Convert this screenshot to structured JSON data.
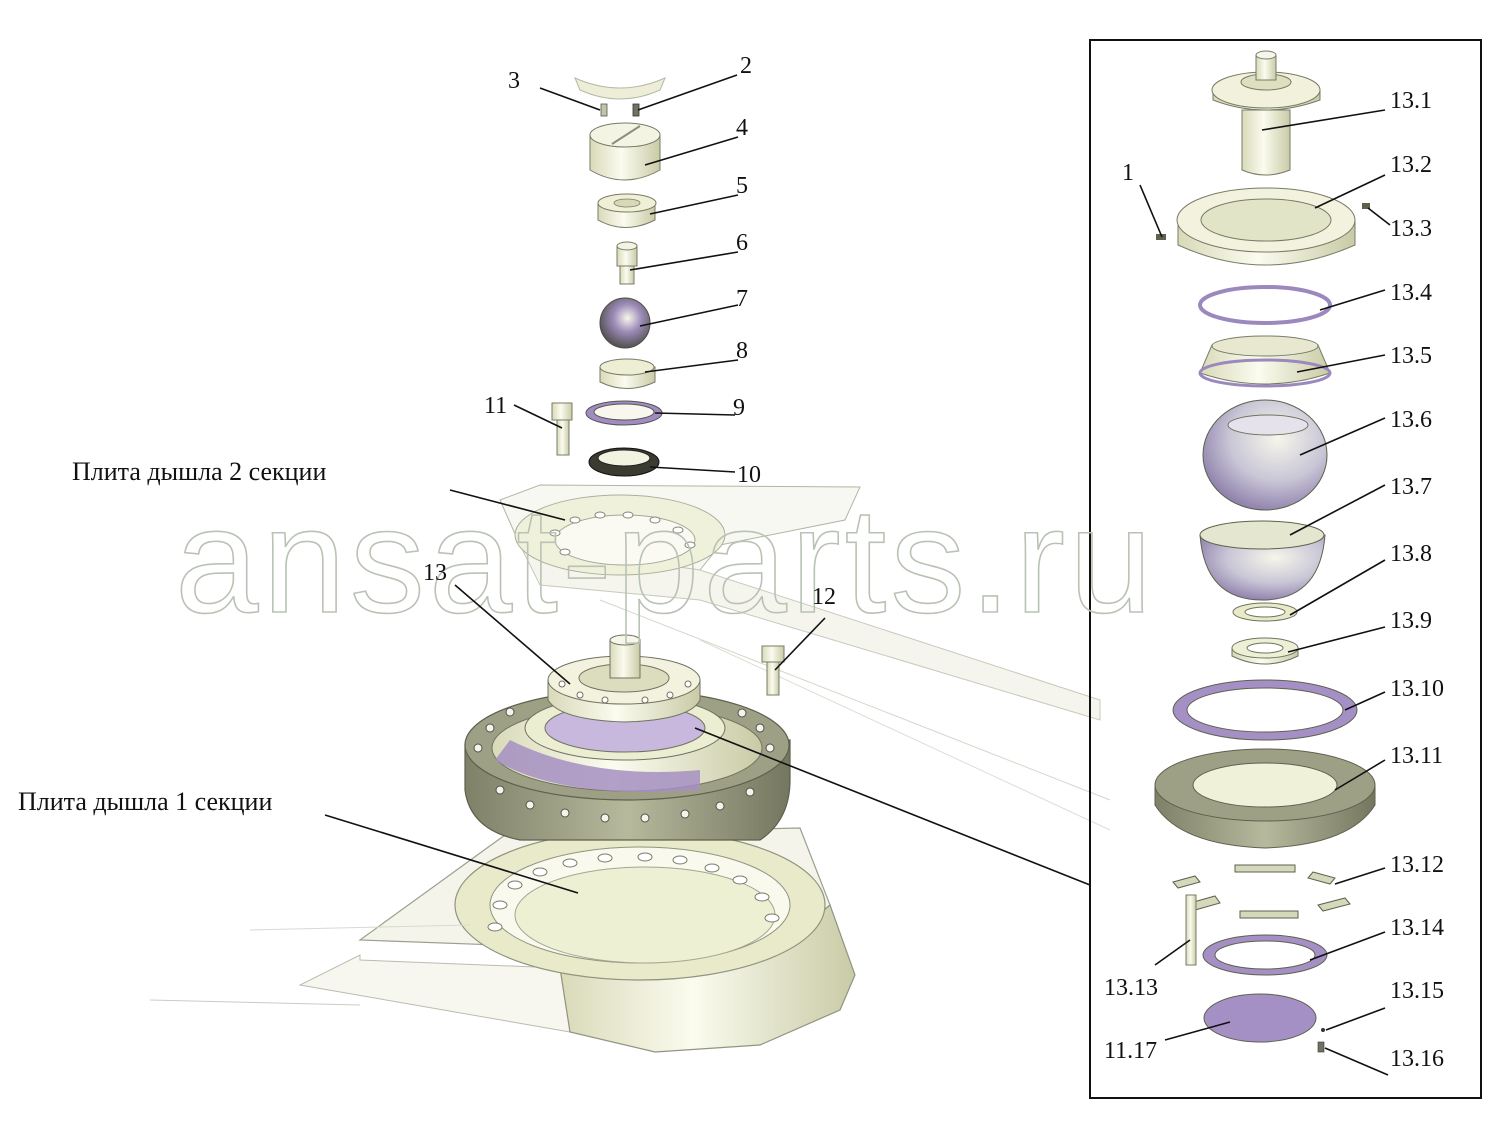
{
  "watermark": "ansat-parts.ru",
  "captions": {
    "plate_section_2": "Плита дышла 2 секции",
    "plate_section_1": "Плита дышла 1 секции"
  },
  "callouts": {
    "c1": "1",
    "c2": "2",
    "c3": "3",
    "c4": "4",
    "c5": "5",
    "c6": "6",
    "c7": "7",
    "c8": "8",
    "c9": "9",
    "c10": "10",
    "c11": "11",
    "c12": "12",
    "c13": "13",
    "c13_1": "13.1",
    "c13_2": "13.2",
    "c13_3": "13.3",
    "c13_4": "13.4",
    "c13_5": "13.5",
    "c13_6": "13.6",
    "c13_7": "13.7",
    "c13_8": "13.8",
    "c13_9": "13.9",
    "c13_10": "13.10",
    "c13_11": "13.11",
    "c13_12": "13.12",
    "c13_13": "13.13",
    "c13_14": "13.14",
    "c13_15": "13.15",
    "c13_16": "13.16",
    "c11_17": "11.17"
  },
  "colors": {
    "part_fill": "#f3f3e2",
    "part_shade": "#d8d9b8",
    "accent_purple": "#a08cc0",
    "dark_part": "#8a8c74",
    "line": "#111111"
  }
}
